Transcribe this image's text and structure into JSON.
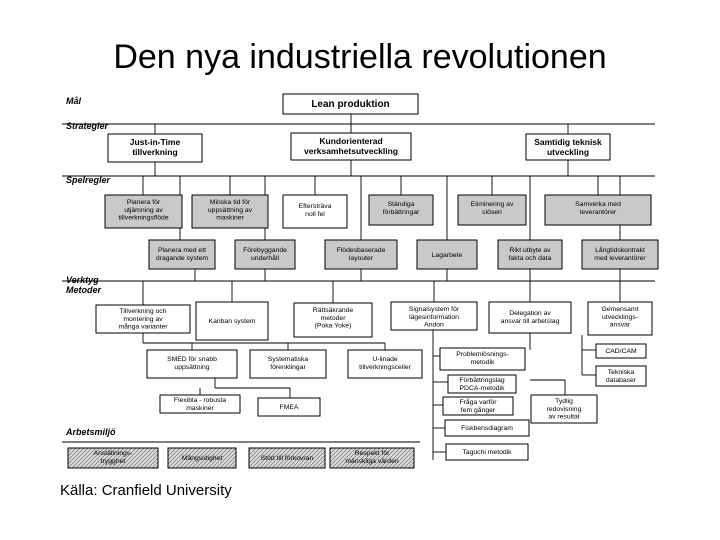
{
  "title": "Den nya industriella revolutionen",
  "source": "Källa: Cranfield University",
  "levels": {
    "mal": "Mål",
    "strategier": "Strategier",
    "spelregler": "Spelregler",
    "verktyg": "Verktyg",
    "metoder": "Metoder",
    "arbetsmiljo": "Arbetsmiljö"
  },
  "nodes": {
    "lean": [
      "Lean produktion"
    ],
    "jit": [
      "Just-in-Time",
      "tillverkning"
    ],
    "kund": [
      "Kundorienterad",
      "verksamhetsutveckling"
    ],
    "samtidig": [
      "Samtidig teknisk",
      "utveckling"
    ],
    "planera_utj": [
      "Planera för",
      "utjämning av",
      "tillverkningsflöde"
    ],
    "minska_tid": [
      "Minska tid för",
      "uppsättning av",
      "maskiner"
    ],
    "eftersträva": [
      "Eftersträva",
      "noll fel"
    ],
    "standiga": [
      "Ständiga",
      "förbättringar"
    ],
    "eliminering": [
      "Eliminering av",
      "slöseri"
    ],
    "samverka": [
      "Samverka med",
      "leverantörer"
    ],
    "planera_drag": [
      "Planera med ett",
      "dragande system"
    ],
    "forebyggande": [
      "Förebyggande",
      "underhåll"
    ],
    "flodes": [
      "Flödesbaserade",
      "layouter"
    ],
    "lagarbete": [
      "Lagarbete"
    ],
    "rikt_utbyte": [
      "Rikt utbyte av",
      "fakta och data"
    ],
    "langtids": [
      "Långtidskontrakt",
      "med leverantörer"
    ],
    "tillverkning_och": [
      "Tillverkning och",
      "montering av",
      "många varianter"
    ],
    "kanban": [
      "Kanban system"
    ],
    "rattsakrande": [
      "Rättsäkrande",
      "metoder",
      "(Poka Yoke)"
    ],
    "signal": [
      "Signalsystem för",
      "lägesinformation",
      "Andon"
    ],
    "delegation": [
      "Delegation av",
      "ansvar till arbetslag"
    ],
    "gemensamt": [
      "Gemensamt",
      "utvecklings-",
      "ansvar"
    ],
    "smed": [
      "SMED för snabb",
      "uppsättning"
    ],
    "systematiska": [
      "Systematiska",
      "förenklingar"
    ],
    "u_linade": [
      "U-linade",
      "tillverkningsceller"
    ],
    "problemlosning": [
      "Problemlösnings-",
      "metodik"
    ],
    "cad": [
      "CAD/CAM"
    ],
    "tekniska": [
      "Tekniska",
      "databaser"
    ],
    "forbattringslag": [
      "Förbättringslag",
      "PDCA-metodik"
    ],
    "flexibla": [
      "Flexibla - robusta",
      "maskiner"
    ],
    "fmea": [
      "FMEA"
    ],
    "fraga": [
      "Fråga varför",
      "fem gånger"
    ],
    "tydlig": [
      "Tydlig",
      "redovisning",
      "av resultat"
    ],
    "fiskbens": [
      "Fiskbensdiagram"
    ],
    "taguchi": [
      "Taguchi metodik"
    ],
    "anstallnings": [
      "Anställnings-",
      "trygghet"
    ],
    "mangsidighet": [
      "Mångsidighet"
    ],
    "stod": [
      "Stöd till förkovran"
    ],
    "respekt": [
      "Respekt för",
      "mänskliga värden"
    ]
  },
  "colors": {
    "shade": "#c9c9c9",
    "line": "#000000",
    "background": "#ffffff"
  }
}
